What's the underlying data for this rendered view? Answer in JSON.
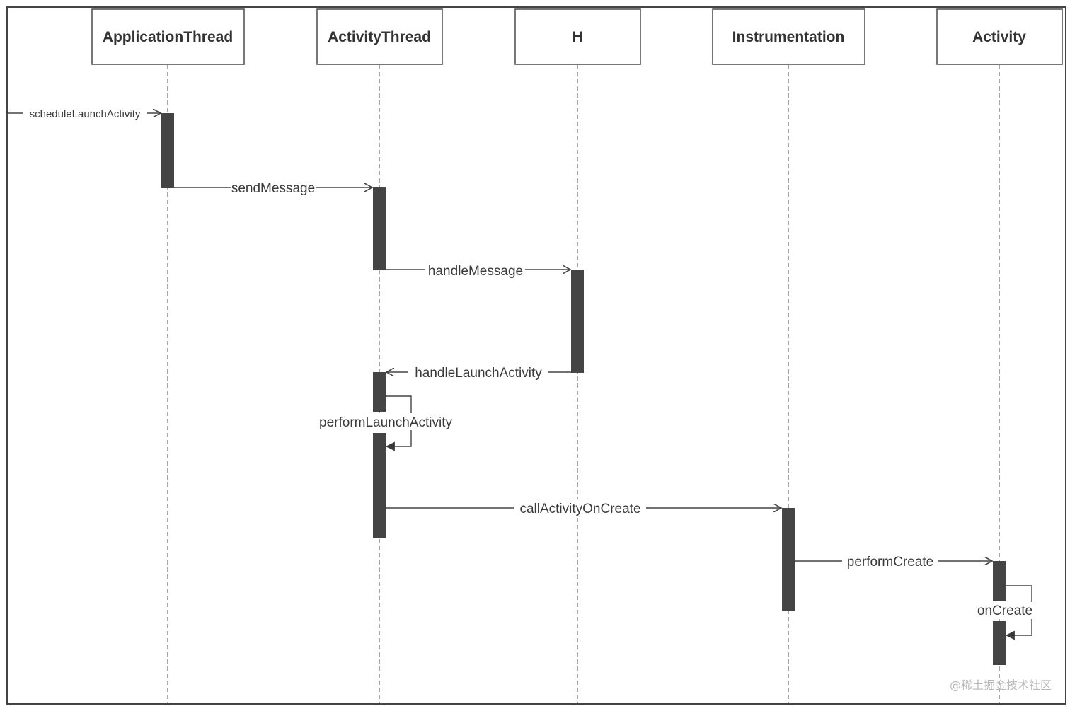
{
  "diagram": {
    "participants": [
      {
        "id": "application-thread",
        "label": "ApplicationThread"
      },
      {
        "id": "activity-thread",
        "label": "ActivityThread"
      },
      {
        "id": "h",
        "label": "H"
      },
      {
        "id": "instrumentation",
        "label": "Instrumentation"
      },
      {
        "id": "activity",
        "label": "Activity"
      }
    ],
    "messages": [
      {
        "id": "schedule-launch-activity",
        "label": "scheduleLaunchActivity",
        "from": null,
        "to": "application-thread"
      },
      {
        "id": "send-message",
        "label": "sendMessage",
        "from": "application-thread",
        "to": "activity-thread"
      },
      {
        "id": "handle-message",
        "label": "handleMessage",
        "from": "activity-thread",
        "to": "h"
      },
      {
        "id": "handle-launch-activity",
        "label": "handleLaunchActivity",
        "from": "h",
        "to": "activity-thread"
      },
      {
        "id": "perform-launch-activity",
        "label": "performLaunchActivity",
        "from": "activity-thread",
        "to": "activity-thread"
      },
      {
        "id": "call-activity-on-create",
        "label": "callActivityOnCreate",
        "from": "activity-thread",
        "to": "instrumentation"
      },
      {
        "id": "perform-create",
        "label": "performCreate",
        "from": "instrumentation",
        "to": "activity"
      },
      {
        "id": "on-create",
        "label": "onCreate",
        "from": "activity",
        "to": "activity"
      }
    ],
    "watermark": "@稀土掘金技术社区"
  }
}
